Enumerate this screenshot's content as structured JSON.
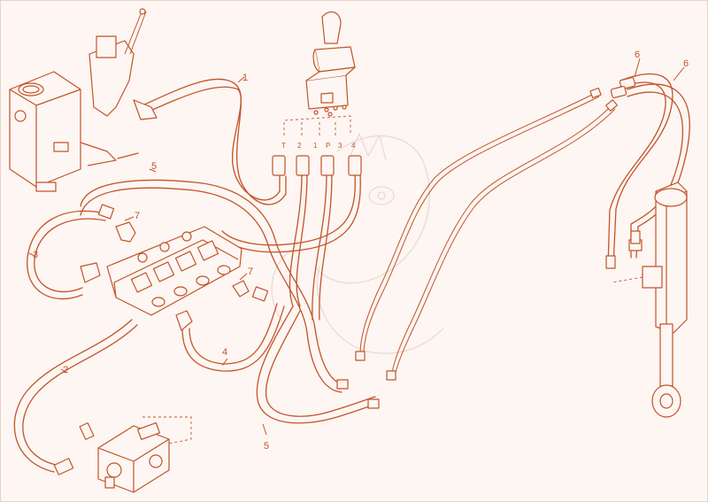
{
  "diagram": {
    "callouts": [
      "1",
      "2",
      "3",
      "4",
      "5",
      "5",
      "6",
      "6",
      "7",
      "7"
    ],
    "port_labels": [
      "T",
      "2",
      "1",
      "P",
      "3",
      "4"
    ]
  },
  "colors": {
    "line": "#c2542a",
    "background": "#fdf6f2",
    "watermark": "#ead9d0"
  }
}
